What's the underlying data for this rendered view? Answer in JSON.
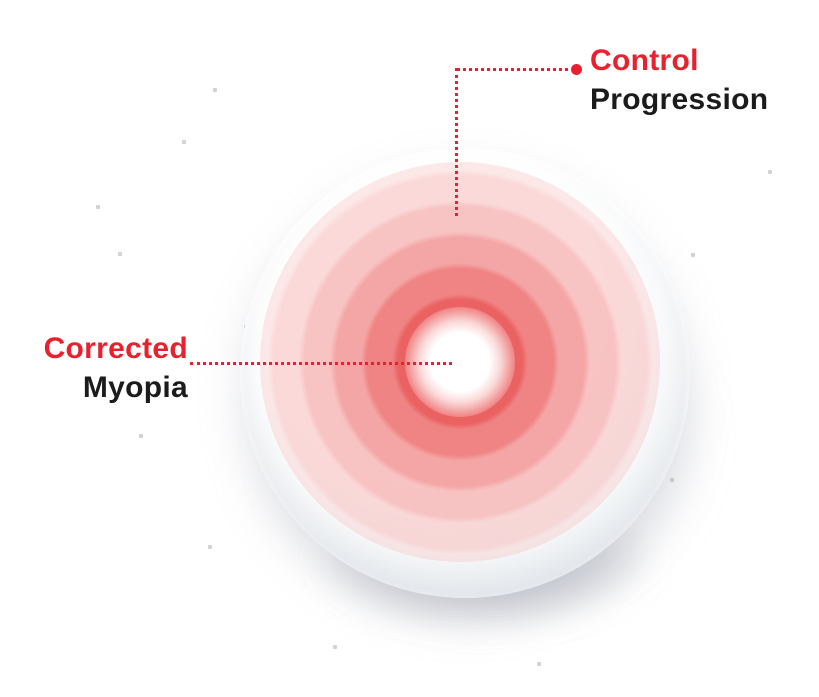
{
  "diagram": {
    "labels": {
      "control": {
        "line1": "Control",
        "line2": "Progression"
      },
      "corrected": {
        "line1": "Corrected",
        "line2": "Myopia"
      }
    },
    "colors": {
      "accent_red": "#e8212e",
      "text_dark": "#1b1b1b",
      "ring_pink": "#ef7878",
      "lens_white": "#ffffff"
    }
  }
}
